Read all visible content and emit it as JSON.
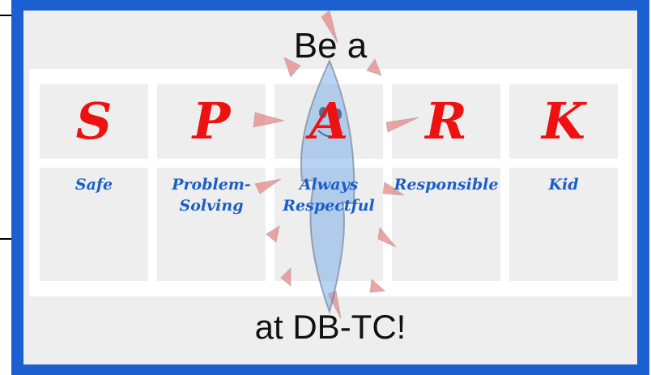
{
  "poster": {
    "title_top": "Be a",
    "title_bottom": "at DB-TC!",
    "colors": {
      "border": "#1b5fd0",
      "letters": "#ee1111",
      "words": "#1a5ec8",
      "background": "#eeeeee"
    }
  },
  "spark": [
    {
      "letter": "S",
      "words": [
        "Safe"
      ]
    },
    {
      "letter": "P",
      "words": [
        "Problem-",
        "Solving"
      ]
    },
    {
      "letter": "A",
      "words": [
        "Always",
        "Respectful"
      ]
    },
    {
      "letter": "R",
      "words": [
        "Responsible"
      ]
    },
    {
      "letter": "K",
      "words": [
        "Kid"
      ]
    }
  ],
  "mascot": {
    "icon": "lightning-spark-mascot-icon"
  }
}
